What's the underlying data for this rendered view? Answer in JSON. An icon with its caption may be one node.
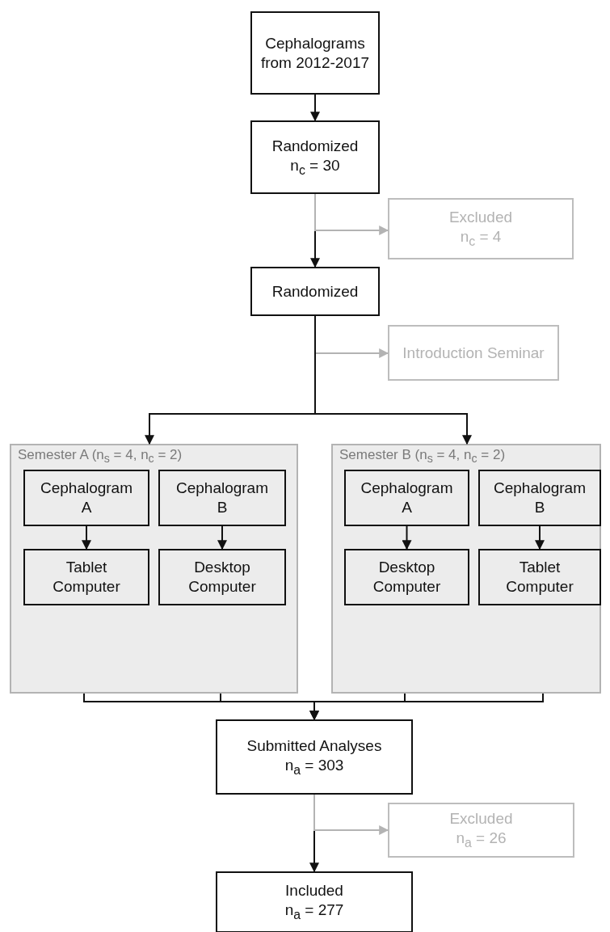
{
  "diagram": {
    "nodes": [
      {
        "text": [
          "Cephalograms from 2012-2017"
        ]
      },
      {
        "text": [
          "Randomized",
          "n$_{c}$ = 30"
        ]
      },
      {
        "text": [
          "Excluded",
          "n$_{c}$ = 4"
        ]
      },
      {
        "text": [
          "Randomized"
        ]
      },
      {
        "text": [
          "Introduction Seminar"
        ]
      },
      {
        "text": [
          "Semester A (n$_{s}$ = 4, n$_{c}$ = 2)"
        ]
      },
      {
        "text": [
          "Cephalogram A"
        ],
        "in": 5
      },
      {
        "text": [
          "Cephalogram B"
        ],
        "in": 5
      },
      {
        "text": [
          "Tablet Computer"
        ],
        "in": 5
      },
      {
        "text": [
          "Desktop Computer"
        ],
        "in": 5
      },
      {
        "text": [
          "Semester B (n$_{s}$ = 4, n$_{c}$ = 2)"
        ]
      },
      {
        "text": [
          "Cephalogram A"
        ],
        "in": 10
      },
      {
        "text": [
          "Cephalogram B"
        ],
        "in": 10
      },
      {
        "text": [
          "Desktop Computer"
        ],
        "in": 10
      },
      {
        "text": [
          "Tablet Computer"
        ],
        "in": 10
      },
      {
        "text": [
          "Submitted Analyses",
          "n$_{a}$ = 303"
        ]
      },
      {
        "text": [
          "Excluded",
          "n$_{a}$ = 26"
        ]
      },
      {
        "text": [
          "Included",
          "n$_{a}$ = 277"
        ]
      }
    ],
    "edges": [
      {
        "from": 0,
        "to": 1,
        "arrow": "to"
      },
      {
        "from": 1,
        "to": 3,
        "arrow": "to"
      },
      {
        "from": 1,
        "to": 2,
        "arrow": "to",
        "color": "#b3b3b3"
      },
      {
        "from": 3,
        "to": 4,
        "arrow": "to",
        "color": "#b3b3b3"
      },
      {
        "from": 3,
        "to": 5,
        "arrow": "to"
      },
      {
        "from": 3,
        "to": 10,
        "arrow": "to"
      },
      {
        "from": 6,
        "to": 8,
        "arrow": "to"
      },
      {
        "from": 7,
        "to": 9,
        "arrow": "to"
      },
      {
        "from": 11,
        "to": 13,
        "arrow": "to"
      },
      {
        "from": 12,
        "to": 14,
        "arrow": "to"
      },
      {
        "from": 5,
        "to": 15,
        "arrow": "to"
      },
      {
        "from": 10,
        "to": 15,
        "arrow": "to"
      },
      {
        "from": 15,
        "to": 17,
        "arrow": "to"
      },
      {
        "from": 15,
        "to": 16,
        "arrow": "to",
        "color": "#b3b3b3"
      }
    ]
  }
}
